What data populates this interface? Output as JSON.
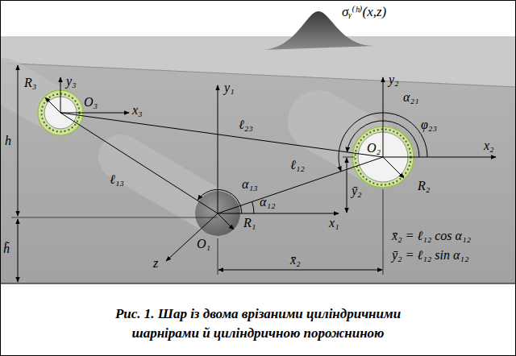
{
  "diagram": {
    "caption": "Рис. 1. Шар із двома врізаними циліндричними шарнірами й циліндричною порожниною",
    "labels": [
      "σᵧ⁽ʰ⁾(x,z)",
      "h",
      "h̃",
      "R₃",
      "y₃",
      "O₃",
      "x₃",
      "ℓ₂₃",
      "y₁",
      "α₁₃",
      "ℓ₁₃",
      "O₁",
      "α₁₂",
      "z",
      "R₁",
      "x₁",
      "x̄₂",
      "α₂₁",
      "φ₂₃",
      "y₂",
      "x₂",
      "ℓ₁₂",
      "ȳ₂",
      "O₂",
      "R₂",
      "x̄₂ = ℓ₁₂ cos α₁₂",
      "ȳ₂ = ℓ₁₂ sin α₁₂"
    ]
  }
}
